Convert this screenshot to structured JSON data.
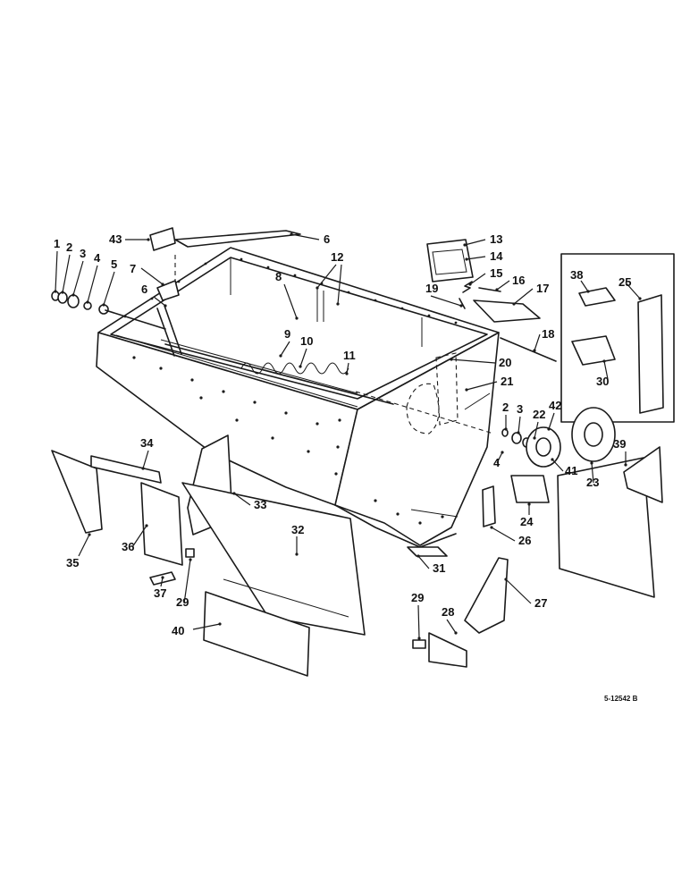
{
  "figure": {
    "reference_code": "5-12542 B"
  },
  "callouts": [
    {
      "id": "c1",
      "text": "1"
    },
    {
      "id": "c2",
      "text": "2"
    },
    {
      "id": "c3",
      "text": "3"
    },
    {
      "id": "c4",
      "text": "4"
    },
    {
      "id": "c5",
      "text": "5"
    },
    {
      "id": "c6a",
      "text": "6"
    },
    {
      "id": "c6b",
      "text": "6"
    },
    {
      "id": "c7",
      "text": "7"
    },
    {
      "id": "c8",
      "text": "8"
    },
    {
      "id": "c9",
      "text": "9"
    },
    {
      "id": "c10",
      "text": "10"
    },
    {
      "id": "c11",
      "text": "11"
    },
    {
      "id": "c12",
      "text": "12"
    },
    {
      "id": "c13",
      "text": "13"
    },
    {
      "id": "c14",
      "text": "14"
    },
    {
      "id": "c15",
      "text": "15"
    },
    {
      "id": "c16",
      "text": "16"
    },
    {
      "id": "c17",
      "text": "17"
    },
    {
      "id": "c18",
      "text": "18"
    },
    {
      "id": "c19",
      "text": "19"
    },
    {
      "id": "c20",
      "text": "20"
    },
    {
      "id": "c21",
      "text": "21"
    },
    {
      "id": "c2b",
      "text": "2"
    },
    {
      "id": "c3b",
      "text": "3"
    },
    {
      "id": "c4b",
      "text": "4"
    },
    {
      "id": "c22",
      "text": "22"
    },
    {
      "id": "c42",
      "text": "42"
    },
    {
      "id": "c41",
      "text": "41"
    },
    {
      "id": "c23",
      "text": "23"
    },
    {
      "id": "c24",
      "text": "24"
    },
    {
      "id": "c25",
      "text": "25"
    },
    {
      "id": "c26",
      "text": "26"
    },
    {
      "id": "c27",
      "text": "27"
    },
    {
      "id": "c28",
      "text": "28"
    },
    {
      "id": "c29a",
      "text": "29"
    },
    {
      "id": "c29b",
      "text": "29"
    },
    {
      "id": "c30",
      "text": "30"
    },
    {
      "id": "c31",
      "text": "31"
    },
    {
      "id": "c32",
      "text": "32"
    },
    {
      "id": "c33",
      "text": "33"
    },
    {
      "id": "c34",
      "text": "34"
    },
    {
      "id": "c35",
      "text": "35"
    },
    {
      "id": "c36",
      "text": "36"
    },
    {
      "id": "c37",
      "text": "37"
    },
    {
      "id": "c38",
      "text": "38"
    },
    {
      "id": "c39",
      "text": "39"
    },
    {
      "id": "c40",
      "text": "40"
    },
    {
      "id": "c43",
      "text": "43"
    }
  ]
}
